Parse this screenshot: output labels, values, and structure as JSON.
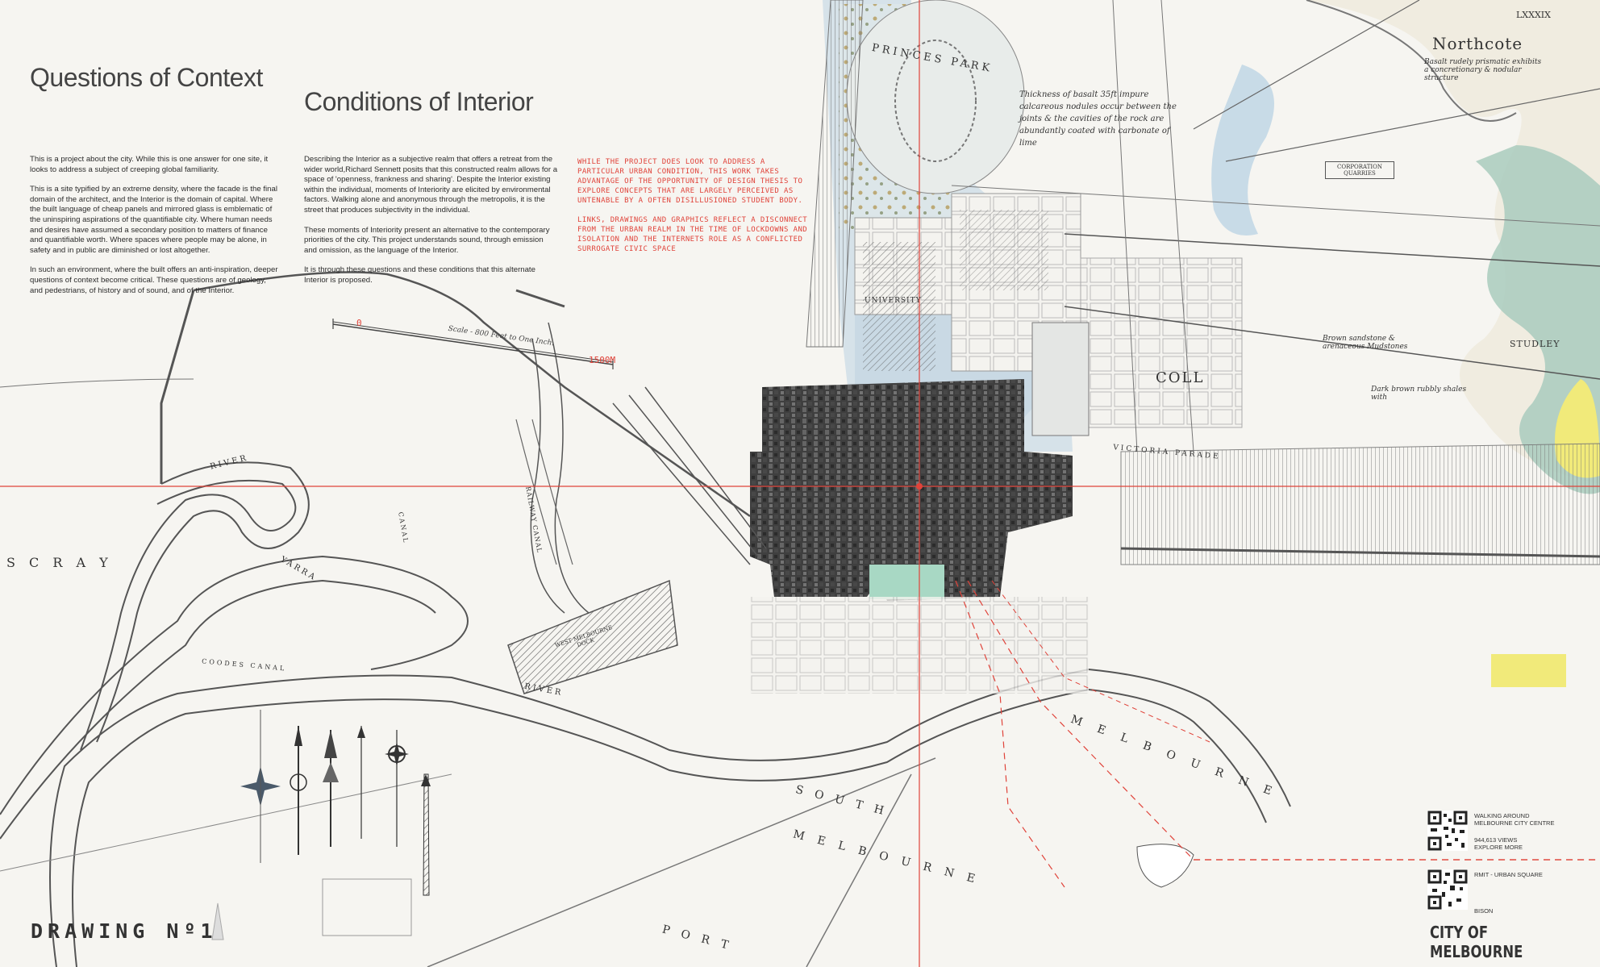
{
  "titles": {
    "left": "Questions of Context",
    "right": "Conditions of Interior"
  },
  "left_column": [
    "This is a project about the city. While this is one answer for one site, it looks to address a subject of creeping global familiarity.",
    "This is a site typified by an extreme density, where the facade is the final domain of the architect, and the Interior is the domain of capital. Where the built language of cheap panels and mirrored glass is emblematic of the uninspiring aspirations of the quantifiable city. Where human needs and desires have assumed a secondary position to matters of finance and quantifiable worth. Where spaces where people may be alone, in safety and in public are diminished or lost altogether.",
    "In such an environment, where the built offers an anti-inspiration, deeper questions of context become critical. These questions are of geology, and pedestrians, of history and of sound, and of the Interior."
  ],
  "right_column": [
    "Describing the Interior as a subjective realm that offers a retreat from the wider world,Richard Sennett posits that this constructed realm allows for a space of 'openness, frankness and sharing'. Despite the Interior existing within the individual, moments of Interiority are elicited by environmental factors. Walking alone and anonymous through the metropolis, it is the street that produces subjectivity in the individual.",
    "These moments of Interiority present an alternative to the contemporary priorities of the city. This project understands sound, through emission and omission, as the language of the Interior.",
    "It is through these questions and these conditions that this alternate Interior is proposed."
  ],
  "handwritten_notes": [
    "While the project does look to address a particular urban condition, this work takes advantage of the opportunity of design thesis to explore concepts that are largely perceived as untenable by a often disillusioned student body.",
    "Links, drawings and graphics reflect a disconnect from the urban realm in the time of lockdowns and isolation and the internets role as a conflicted surrogate civic space"
  ],
  "scale": {
    "start": "0",
    "label": "Scale - 800 Feet to One Inch.",
    "end": "1500M"
  },
  "map_labels": {
    "plate_number": "LXXXIX",
    "northcote": "Northcote",
    "princes_park": "PRINCES PARK",
    "university": "UNIVERSITY",
    "scray": "S C R A Y",
    "river": "RIVER",
    "yarra": "YARRA",
    "river_lower": "RIVER",
    "canal": "CANAL",
    "railway_canal": "RAILWAY CANAL",
    "coodes_canal": "COODES CANAL",
    "west_melbourne_dock": "WEST MELBOURNE DOCK",
    "coll": "COLL",
    "victoria_parade": "VICTORIA PARADE",
    "melbourne_right": "M E L B O U R N E",
    "south": "S O U T H",
    "melbourne_lower": "M E L B O U R N E",
    "port": "P O R T",
    "studley": "STUDLEY",
    "quarries": "CORPORATION QUARRIES",
    "basalt_note": "Thickness of basalt 35ft impure calcareous nodules occur between the joints & the cavities of the rock are abundantly coated with carbonate of lime",
    "northcote_note": "Basalt rudely prismatic exhibits a concretionary & nodular structure",
    "sandstone_note": "Brown sandstone & arenaceous Mudstones",
    "rubbly_note": "Dark brown rubbly shales with"
  },
  "drawing_label": "DRAWING Nº1",
  "city_label": "CITY OF MELBOURNE",
  "qr_items": [
    {
      "lines": [
        "WALKING AROUND",
        "MELBOURNE CITY CENTRE",
        "",
        "944,613 VIEWS",
        "EXPLORE MORE"
      ]
    },
    {
      "lines": [
        "RMIT - URBAN SQUARE",
        "",
        "",
        "",
        "BISON"
      ]
    }
  ],
  "colors": {
    "accent": "#e0433a",
    "park_blue": "#cfdde6",
    "aerial_gray": "#5a5a5a",
    "green_patch": "#a8d8c4",
    "yellow": "#f1ea7a"
  }
}
